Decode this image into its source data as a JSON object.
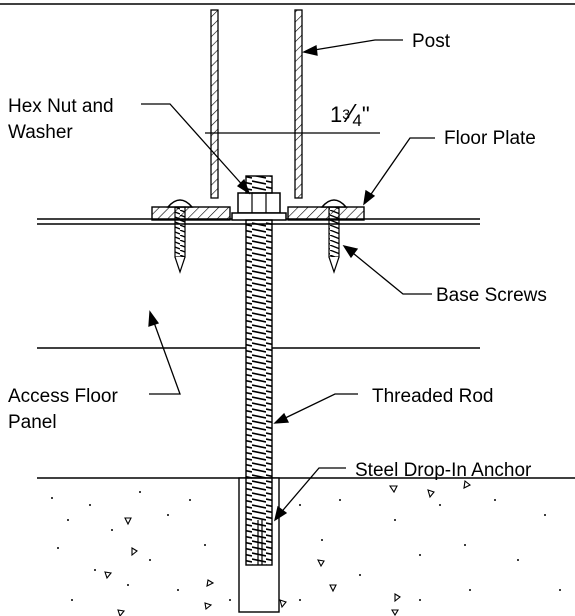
{
  "labels": {
    "post": "Post",
    "hex_nut_line1": "Hex Nut and",
    "hex_nut_line2": "Washer",
    "floor_plate": "Floor Plate",
    "base_screws": "Base Screws",
    "access_floor_line1": "Access Floor",
    "access_floor_line2": "Panel",
    "threaded_rod": "Threaded Rod",
    "anchor": "Steel Drop-In Anchor"
  },
  "dimension": {
    "whole": "1",
    "numerator": "3",
    "slash": "⁄",
    "denominator": "4",
    "unit": "\""
  }
}
